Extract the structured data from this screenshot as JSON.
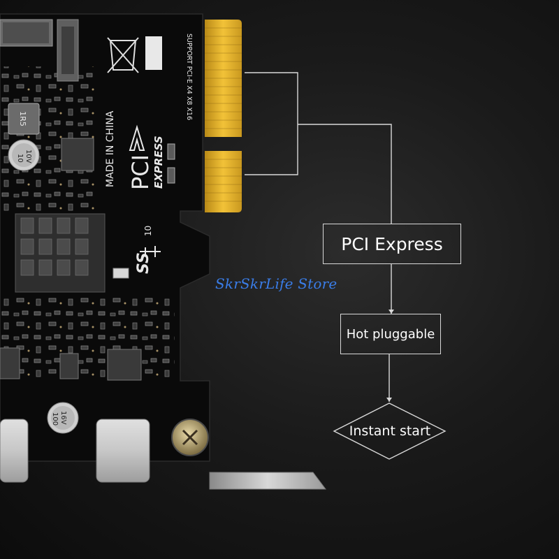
{
  "product": {
    "board_text": {
      "made_in": "MADE IN CHINA",
      "pci_logo": "PCI",
      "express_logo": "EXPRESS",
      "support": "SUPPORT PCI-E X4 X8 X16",
      "ss_logo": "SS",
      "ss_ten": "10",
      "inductor_mark": "1R5",
      "cap1_line1": "10",
      "cap1_line2": "10V",
      "cap2_line1": "100",
      "cap2_line2": "16V"
    }
  },
  "flowchart": {
    "box1": "PCI Express",
    "box2": "Hot pluggable",
    "diamond": "Instant start"
  },
  "watermark": "SkrSkrLife Store",
  "colors": {
    "background": "#141414",
    "pcb": "#0a0a0a",
    "gold_fingers": "#e8b52a",
    "flow_lines": "#d9d9d9",
    "watermark": "#3a7de8"
  }
}
